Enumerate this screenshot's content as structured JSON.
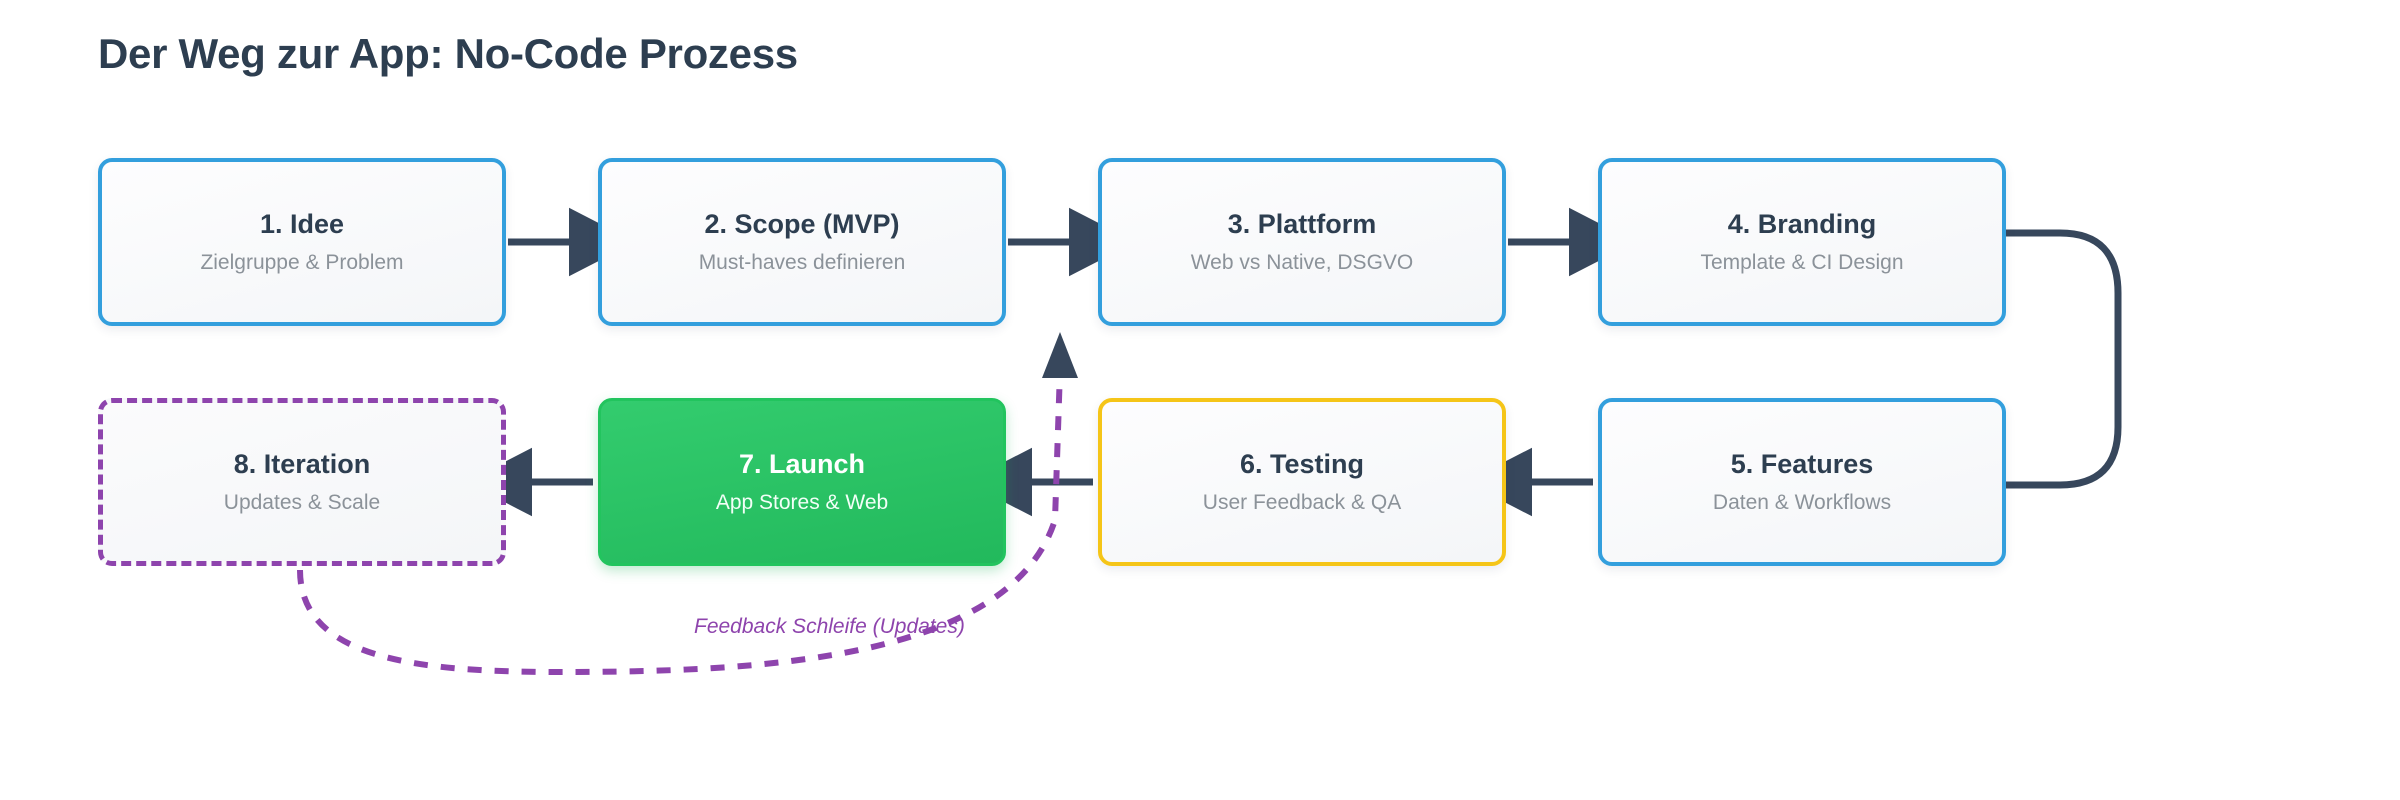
{
  "title": "Der Weg zur App: No-Code Prozess",
  "colors": {
    "title_text": "#2d3e50",
    "node_title_text": "#2d3e50",
    "node_sub_text": "#8b9299",
    "blue_border": "#339fdd",
    "yellow_border": "#f5c518",
    "purple_dashed": "#8e44ad",
    "green_fill": "#2ec46b",
    "green_text": "#ffffff",
    "arrow": "#37475c",
    "background": "#ffffff"
  },
  "nodes": [
    {
      "id": "node-1",
      "title": "1. Idee",
      "subtitle": "Zielgruppe & Problem",
      "style": "blue"
    },
    {
      "id": "node-2",
      "title": "2. Scope (MVP)",
      "subtitle": "Must-haves definieren",
      "style": "blue"
    },
    {
      "id": "node-3",
      "title": "3. Plattform",
      "subtitle": "Web vs Native, DSGVO",
      "style": "blue"
    },
    {
      "id": "node-4",
      "title": "4. Branding",
      "subtitle": "Template & CI Design",
      "style": "blue"
    },
    {
      "id": "node-5",
      "title": "5. Features",
      "subtitle": "Daten & Workflows",
      "style": "blue"
    },
    {
      "id": "node-6",
      "title": "6. Testing",
      "subtitle": "User Feedback & QA",
      "style": "yellow"
    },
    {
      "id": "node-7",
      "title": "7. Launch",
      "subtitle": "App Stores & Web",
      "style": "green"
    },
    {
      "id": "node-8",
      "title": "8. Iteration",
      "subtitle": "Updates & Scale",
      "style": "purple-dashed"
    }
  ],
  "connectors": {
    "feedback_loop_label": "Feedback Schleife (Updates)",
    "sequence": [
      "1 → 2",
      "2 → 3",
      "3 → 4",
      "4 → 5",
      "5 → 6",
      "6 → 7",
      "7 → 8",
      "8 → 3 (feedback)"
    ]
  }
}
